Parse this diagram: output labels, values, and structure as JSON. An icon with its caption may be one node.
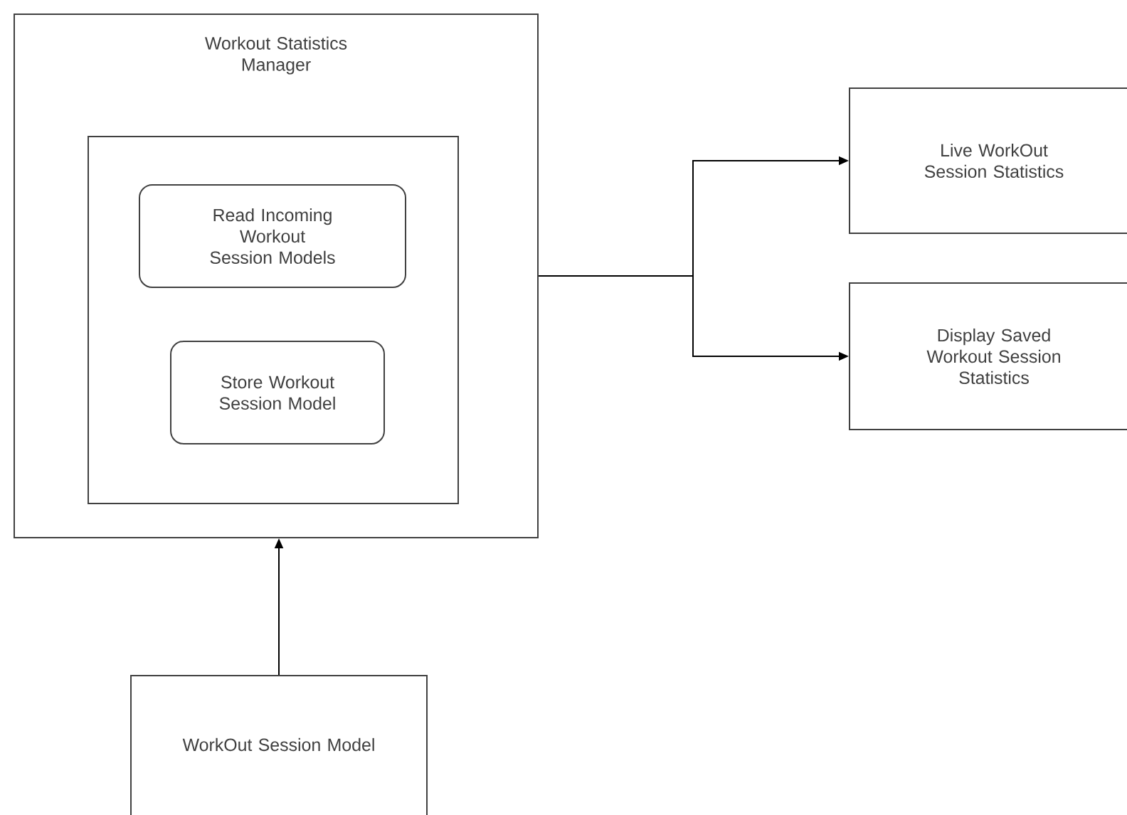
{
  "diagram": {
    "nodes": [
      {
        "text": [
          "Workout Statistics Manager"
        ]
      },
      {
        "text": [],
        "shape": "box",
        "in": 0
      },
      {
        "text": [
          "Read Incoming Workout Session Models"
        ],
        "in": 1
      },
      {
        "text": [
          "Store Workout Session Model"
        ],
        "in": 1
      },
      {
        "text": [
          "Live WorkOut Session Statistics"
        ]
      },
      {
        "text": [
          "Display Saved Workout Session Statistics"
        ]
      },
      {
        "text": [
          "WorkOut Session Model"
        ]
      }
    ],
    "edges": [
      {
        "from": 6,
        "to": 0,
        "arrow": "to"
      },
      {
        "from": 0,
        "to": 4,
        "arrow": "to"
      },
      {
        "from": 0,
        "to": 5,
        "arrow": "to"
      }
    ]
  }
}
